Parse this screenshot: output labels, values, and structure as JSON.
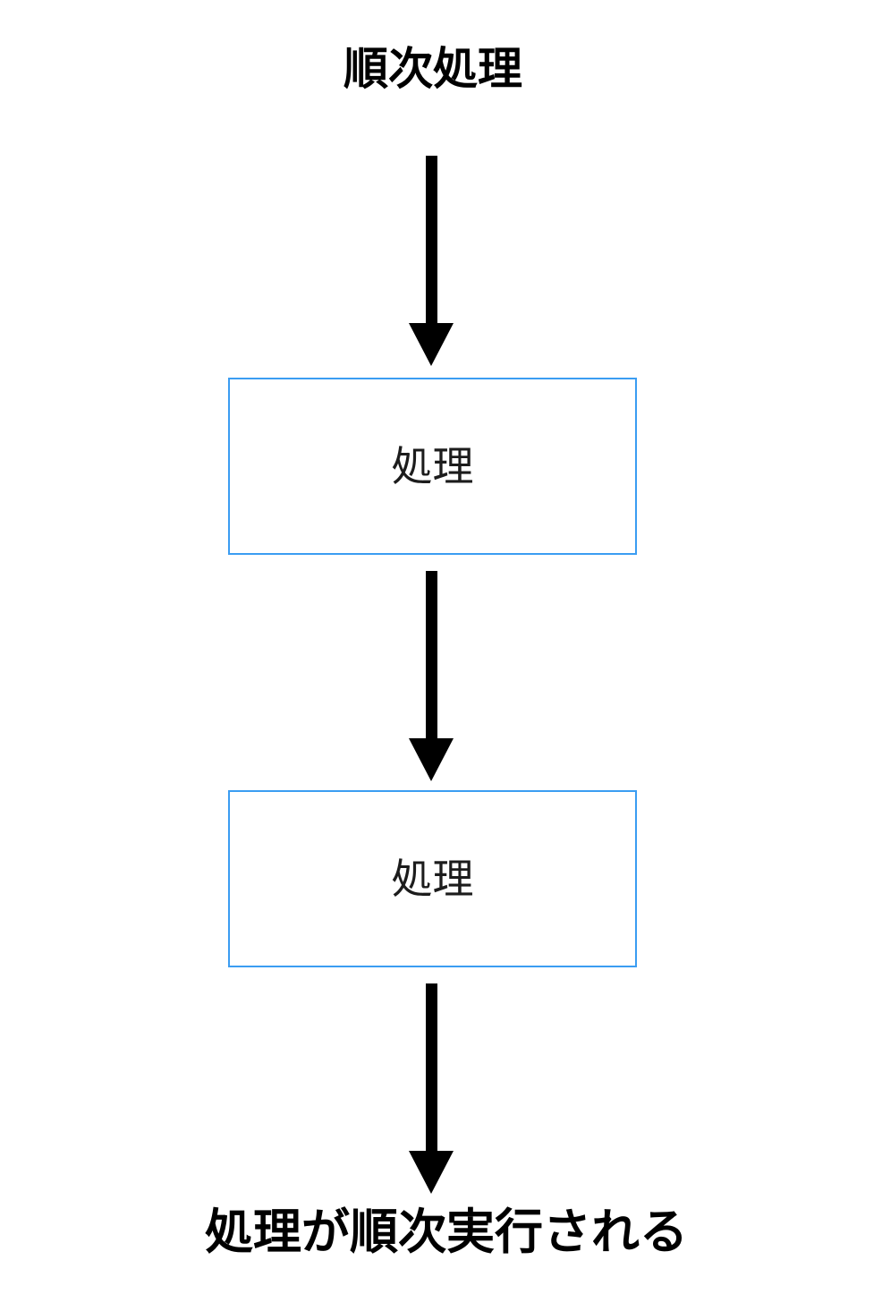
{
  "diagram": {
    "title": "順次処理",
    "nodes": [
      {
        "label": "処理"
      },
      {
        "label": "処理"
      }
    ],
    "connectors": [
      {
        "type": "arrow-down"
      },
      {
        "type": "arrow-down"
      },
      {
        "type": "arrow-down"
      }
    ],
    "caption": "処理が順次実行される",
    "colors": {
      "background": "#ffffff",
      "text": "#000000",
      "node_border": "#3b9df2",
      "node_text": "#1c1c1c",
      "arrow": "#000000"
    }
  }
}
